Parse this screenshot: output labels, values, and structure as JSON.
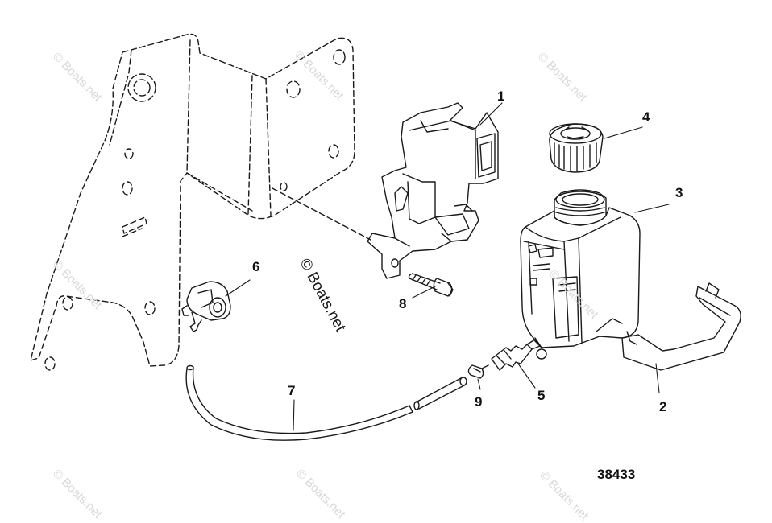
{
  "diagram": {
    "number": "38433",
    "watermark_main": "© Boats.net",
    "watermark_faint": "© Boats.net"
  },
  "callouts": [
    {
      "id": "c1",
      "label": "1"
    },
    {
      "id": "c2",
      "label": "2"
    },
    {
      "id": "c3",
      "label": "3"
    },
    {
      "id": "c4",
      "label": "4"
    },
    {
      "id": "c5",
      "label": "5"
    },
    {
      "id": "c6",
      "label": "6"
    },
    {
      "id": "c7",
      "label": "7"
    },
    {
      "id": "c8",
      "label": "8"
    },
    {
      "id": "c9",
      "label": "9"
    }
  ],
  "colors": {
    "line": "#1a1a1a",
    "watermark": "#d8d8d8",
    "background": "#ffffff"
  }
}
